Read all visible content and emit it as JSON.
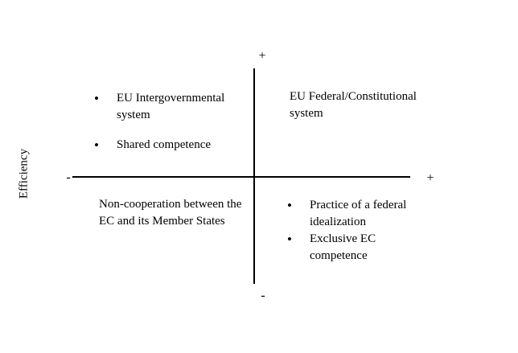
{
  "axes": {
    "y_top_label": "+",
    "y_bottom_label": "-",
    "x_left_label": "-",
    "x_right_label": "+",
    "y_axis_name": "Efficiency"
  },
  "quadrants": {
    "top_left": {
      "items": [
        {
          "label": "EU Intergovernmental system"
        },
        {
          "label": "Shared competence"
        }
      ]
    },
    "top_right": {
      "text": "EU Federal/Constitutional system"
    },
    "bottom_left": {
      "text": "Non-cooperation between the EC and its Member States"
    },
    "bottom_right": {
      "items": [
        {
          "label": "Practice of a federal idealization"
        },
        {
          "label": "Exclusive EC competence"
        }
      ]
    }
  },
  "bullet_glyph": "•",
  "colors": {
    "axis": "#000000",
    "text": "#000000",
    "background": "#ffffff"
  }
}
